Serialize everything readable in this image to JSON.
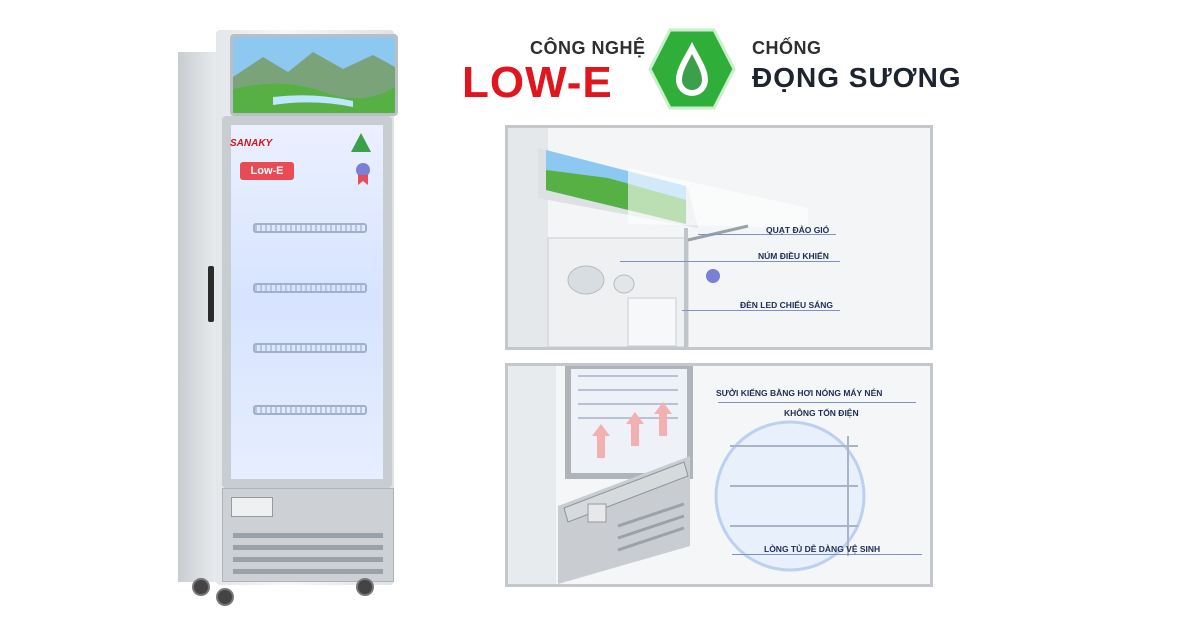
{
  "title": {
    "line1_left": "CÔNG NGHỆ",
    "line2_left": "LOW-E",
    "line1_right": "CHỐNG",
    "line2_right": "ĐỌNG SƯƠNG"
  },
  "fridge": {
    "brand": "SANAKY",
    "badge": "Low-E"
  },
  "panel_top": {
    "callouts": [
      "QUẠT ĐẢO GIÓ",
      "NÚM ĐIỀU KHIỂN",
      "ĐÈN LED CHIẾU SÁNG"
    ]
  },
  "panel_bottom": {
    "callouts": [
      "SƯỞI KIẾNG BẰNG HƠI NÓNG MÁY NÉN",
      "KHÔNG TỐN ĐIỆN",
      "LÒNG TỦ DỄ DÀNG VỆ SINH"
    ]
  },
  "colors": {
    "red": "#e0161f",
    "green": "#2fae3a",
    "dark": "#1d2430"
  }
}
